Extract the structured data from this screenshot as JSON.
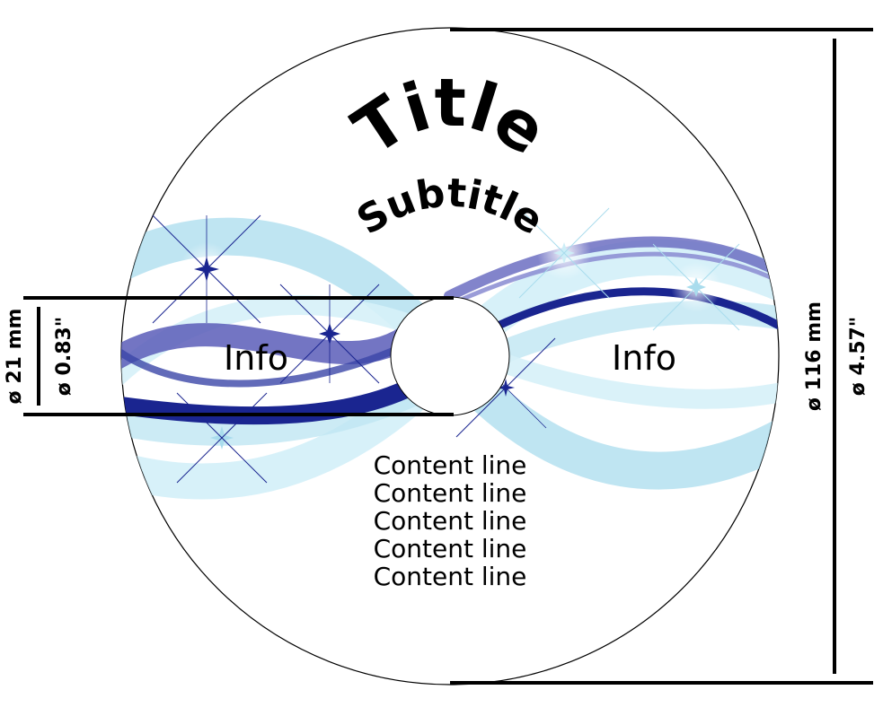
{
  "label": {
    "title": "Title",
    "subtitle": "Subtitle",
    "info_left": "Info",
    "info_right": "Info",
    "content_lines": [
      "Content line",
      "Content line",
      "Content line",
      "Content line",
      "Content line"
    ]
  },
  "dimensions": {
    "hole_mm": "ø 21 mm",
    "hole_in": "ø 0.83\"",
    "disc_mm": "ø 116 mm",
    "disc_in": "ø 4.57\""
  },
  "colors": {
    "dark_blue": "#1a2590",
    "mid_blue": "#5a5db8",
    "light_blue": "#a9dced",
    "pale_blue": "#cdeef7",
    "disc_outline": "#000000"
  }
}
